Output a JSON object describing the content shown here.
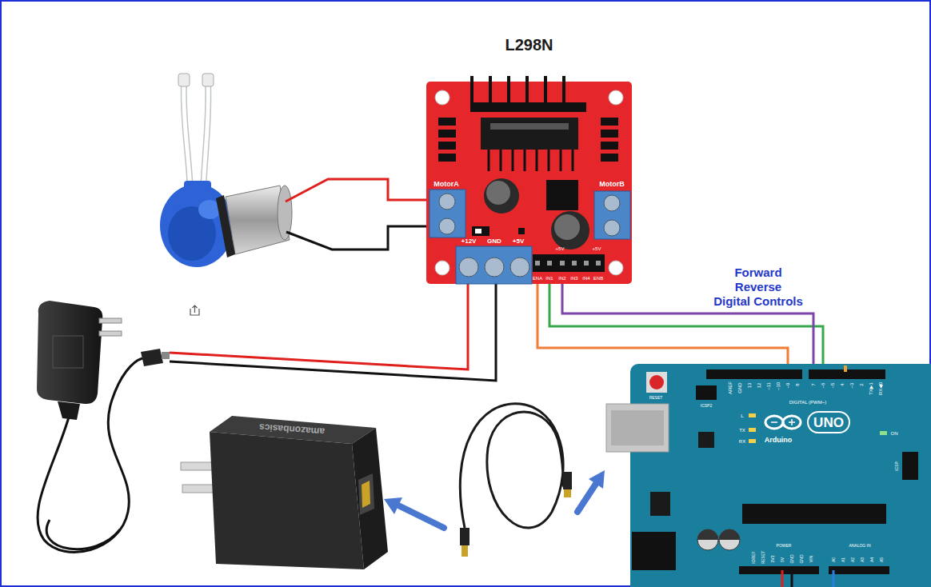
{
  "diagram": {
    "nodes": [
      {
        "text": [
          "L298N"
        ]
      },
      {
        "text": [
          "UNO",
          "Arduino"
        ]
      }
    ],
    "edges": [
      {
        "from": 0,
        "to": 1,
        "arrow": "none"
      },
      {
        "from": 0,
        "to": 1,
        "arrow": "none"
      },
      {
        "from": 0,
        "to": 1,
        "arrow": "none"
      }
    ],
    "labels": [
      "MotorA",
      "MotorB",
      "+12V",
      "GND",
      "+5V",
      "+5V",
      "+5V",
      "ENA",
      "IN1",
      "IN2",
      "IN3",
      "IN4",
      "ENB",
      "Forward",
      "Reverse",
      "Digital Controls",
      "RESET",
      "AREF",
      "GND",
      "13",
      "12",
      "~11",
      "~10",
      "~9",
      "8",
      "7",
      "~6",
      "~5",
      "4",
      "~3",
      "2",
      "TX▶1",
      "RX◀0",
      "ICSP2",
      "DIGITAL (PWM~)",
      "L",
      "TX",
      "RX",
      "ON",
      "ICSP",
      "amazonbasics",
      "IOREF",
      "RESET",
      "3V3",
      "5V",
      "GND",
      "GND",
      "VIN",
      "POWER",
      "ANALOG IN",
      "A0",
      "A1",
      "A2",
      "A3",
      "A4",
      "A5"
    ]
  }
}
